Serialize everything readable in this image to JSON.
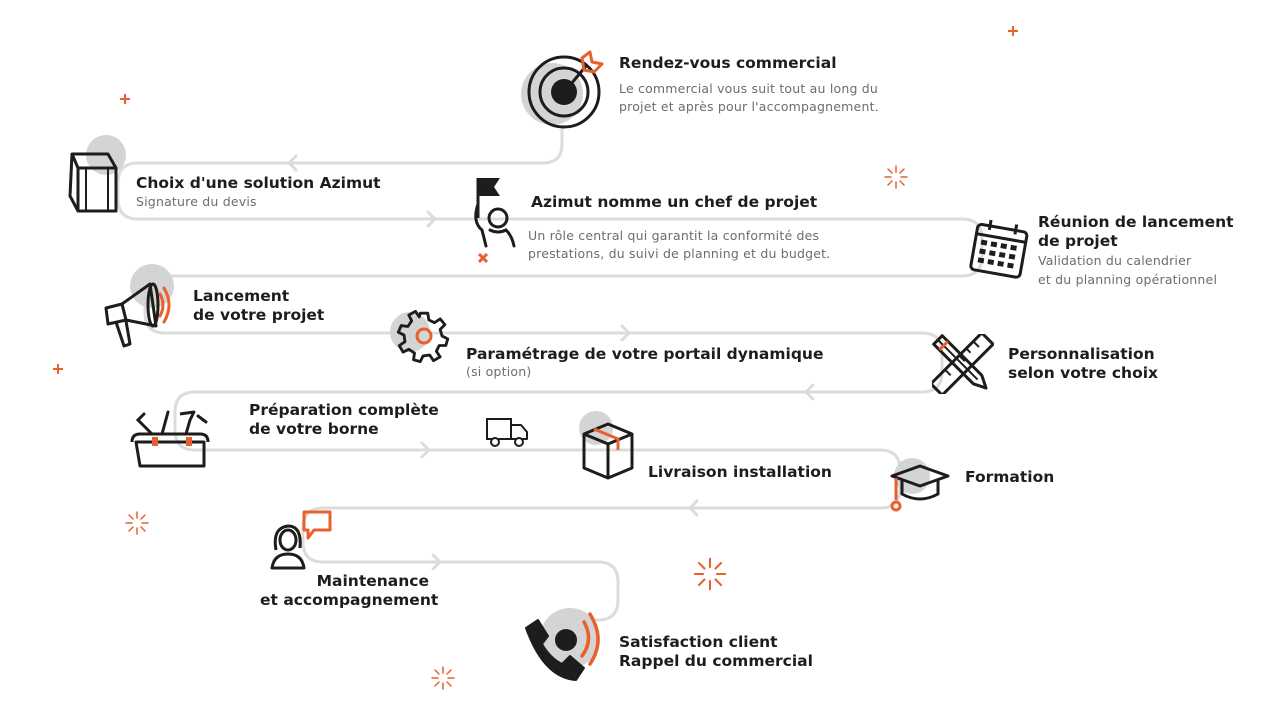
{
  "colors": {
    "accent": "#e8612c",
    "dark": "#1d1d1b",
    "path": "#d9d9d9",
    "circle": "#d4d4d4",
    "muted": "#6d6d6d"
  },
  "steps": [
    {
      "icon": "target-icon",
      "title": "Rendez-vous commercial",
      "desc": [
        "Le commercial vous suit tout au long du",
        "projet et après pour l'accompagnement."
      ]
    },
    {
      "icon": "kiosk-icon",
      "title": "Choix d'une solution Azimut",
      "desc": [
        "Signature du devis"
      ]
    },
    {
      "icon": "project-manager-icon",
      "title": "Azimut nomme un chef de projet",
      "desc": [
        "Un rôle central qui garantit la conformité des",
        "prestations, du suivi de planning et du budget."
      ]
    },
    {
      "icon": "calendar-icon",
      "title": [
        "Réunion de lancement",
        "de projet"
      ],
      "desc": [
        "Validation du calendrier",
        "et du planning opérationnel"
      ]
    },
    {
      "icon": "megaphone-icon",
      "title": [
        "Lancement",
        "de votre projet"
      ]
    },
    {
      "icon": "gear-icon",
      "title": "Paramétrage de votre portail dynamique",
      "desc": [
        "(si option)"
      ]
    },
    {
      "icon": "ruler-pencil-icon",
      "title": [
        "Personnalisation",
        "selon votre choix"
      ]
    },
    {
      "icon": "toolbox-icon",
      "title": [
        "Préparation complète",
        "de votre borne"
      ]
    },
    {
      "icon": "box-icon",
      "title": "Livraison installation"
    },
    {
      "icon": "graduation-cap-icon",
      "title": "Formation"
    },
    {
      "icon": "support-agent-icon",
      "title": [
        "Maintenance",
        "et accompagnement"
      ]
    },
    {
      "icon": "phone-icon",
      "title": [
        "Satisfaction client",
        "Rappel du commercial"
      ]
    }
  ],
  "decor": {
    "truck": "truck-icon",
    "plus": "plus-icon",
    "spark": "sparkle-icon"
  }
}
